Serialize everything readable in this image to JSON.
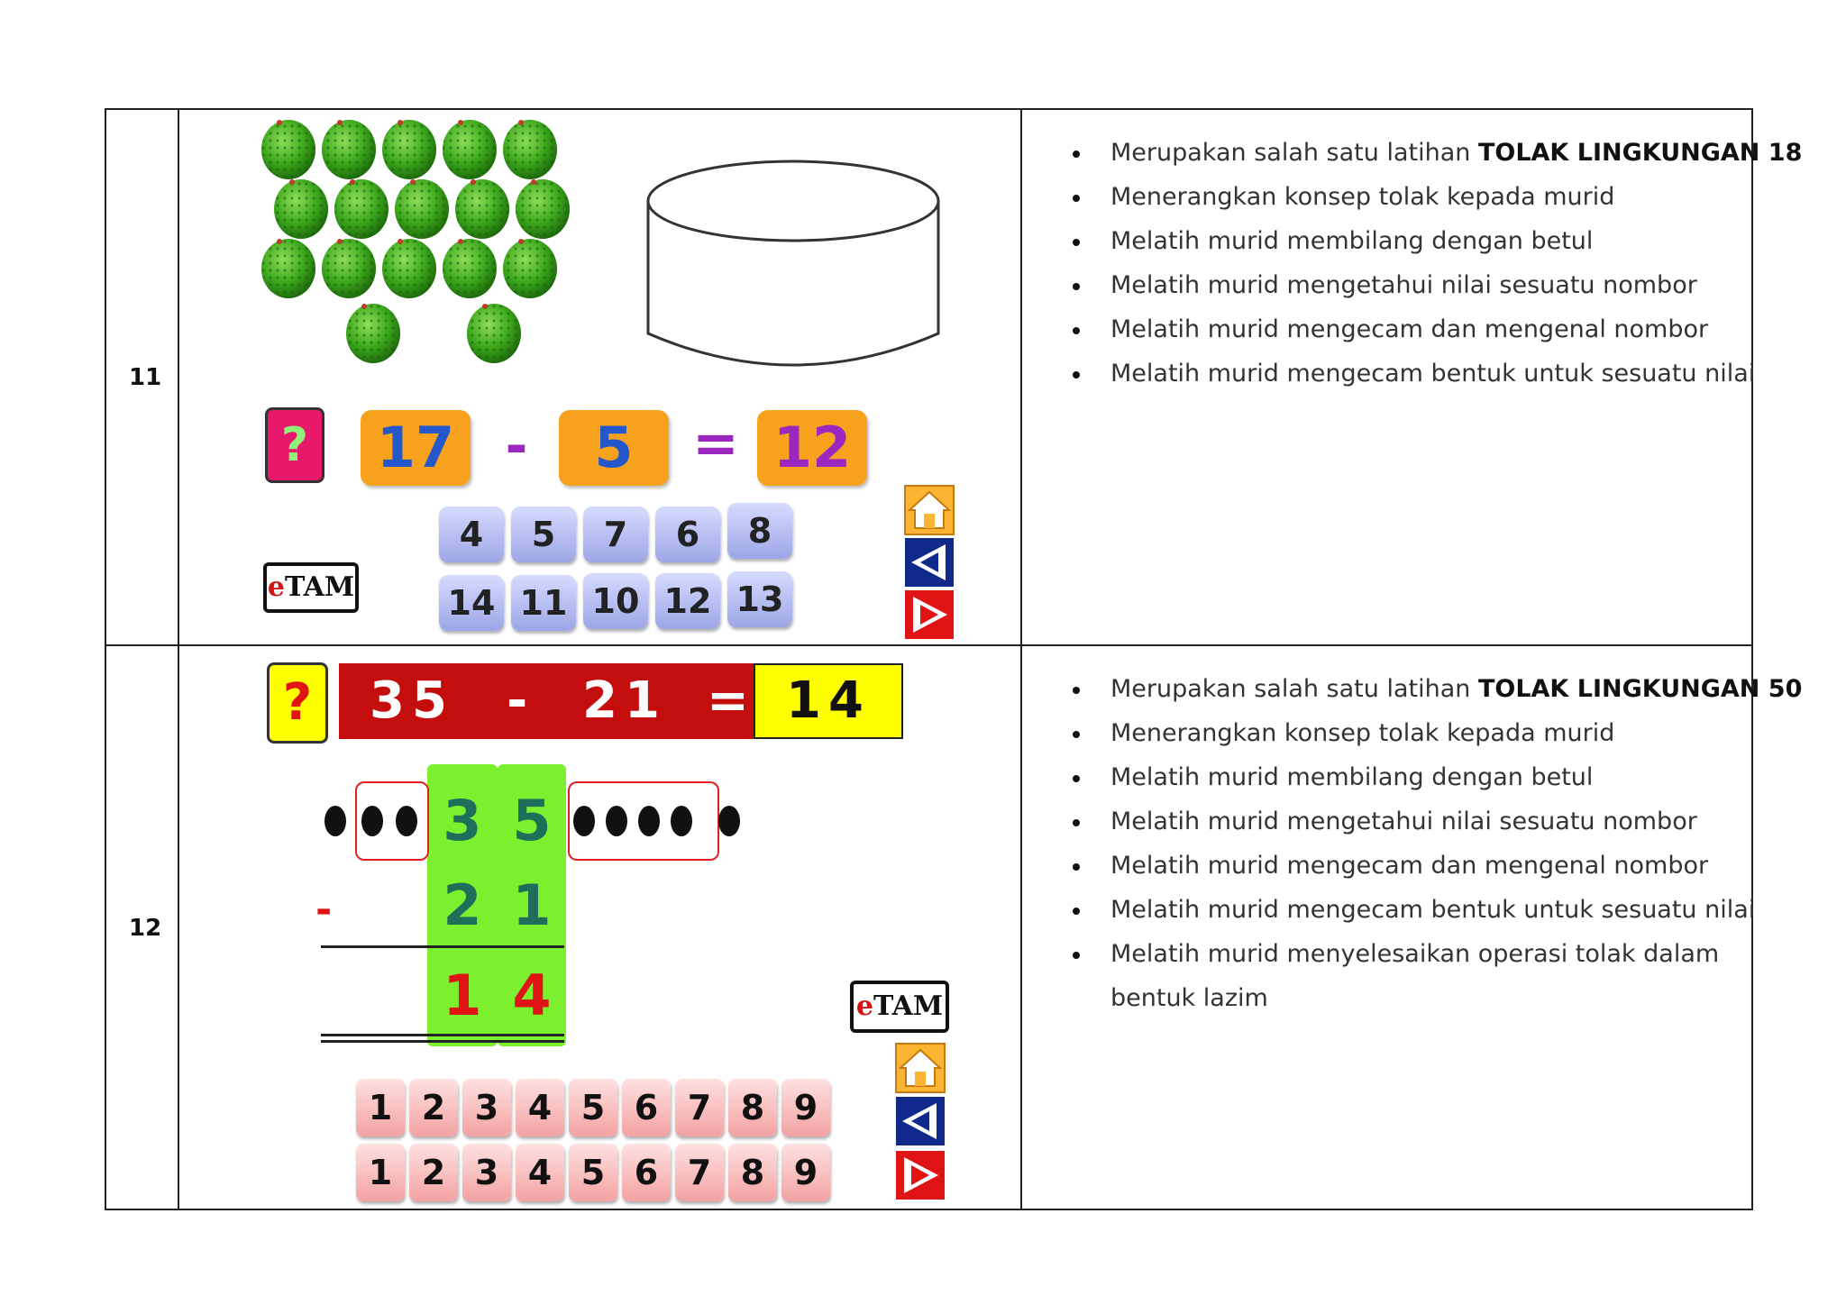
{
  "rows": [
    {
      "number": "11",
      "game": {
        "question_mark": "?",
        "minuend": "17",
        "operator": "-",
        "subtrahend": "5",
        "equals": "=",
        "answer": "12",
        "options_top": [
          "4",
          "5",
          "7",
          "6",
          "8"
        ],
        "options_bottom": [
          "14",
          "11",
          "10",
          "12",
          "13"
        ],
        "logo_prefix": "e",
        "logo_rest": "TAM",
        "fruit_count": 17
      },
      "bullets": [
        {
          "text": "Merupakan salah satu latihan ",
          "bold": "TOLAK LINGKUNGAN 18"
        },
        {
          "text": "Menerangkan konsep tolak kepada murid"
        },
        {
          "text": "Melatih murid membilang dengan betul"
        },
        {
          "text": "Melatih murid mengetahui nilai sesuatu nombor"
        },
        {
          "text": "Melatih murid mengecam dan mengenal nombor"
        },
        {
          "text": "Melatih murid mengecam bentuk untuk sesuatu nilai"
        }
      ]
    },
    {
      "number": "12",
      "game": {
        "question_mark": "?",
        "equation_minuend": "35",
        "equation_operator": "-",
        "equation_subtrahend": "21",
        "equation_equals": "=",
        "equation_answer": "14",
        "top_digits": [
          "3",
          "5"
        ],
        "sub_digits": [
          "2",
          "1"
        ],
        "sub_sign": "-",
        "result_digits": [
          "1",
          "4"
        ],
        "keypad_top": [
          "1",
          "2",
          "3",
          "4",
          "5",
          "6",
          "7",
          "8",
          "9"
        ],
        "keypad_bottom": [
          "1",
          "2",
          "3",
          "4",
          "5",
          "6",
          "7",
          "8",
          "9"
        ],
        "logo_prefix": "e",
        "logo_rest": "TAM"
      },
      "bullets": [
        {
          "text": "Merupakan salah satu latihan ",
          "bold": "TOLAK LINGKUNGAN 50"
        },
        {
          "text": "Menerangkan konsep tolak kepada murid"
        },
        {
          "text": "Melatih murid membilang dengan betul"
        },
        {
          "text": "Melatih murid mengetahui nilai sesuatu nombor"
        },
        {
          "text": "Melatih murid mengecam dan mengenal nombor"
        },
        {
          "text": "Melatih murid mengecam bentuk untuk sesuatu nilai"
        },
        {
          "text": "Melatih murid menyelesaikan operasi tolak dalam",
          "continuation": "bentuk lazim"
        }
      ]
    }
  ],
  "colors": {
    "orange": "#f7a11d",
    "magenta": "#e8186a",
    "blue_digit": "#2457c9",
    "purple_digit": "#9b27c0",
    "dark_red_bar": "#c40d0d",
    "yellow": "#ffff00",
    "green_column": "#7cf02f",
    "red_digit": "#e01414"
  },
  "icons": [
    "durian-icon",
    "basket-icon",
    "home-icon",
    "back-arrow-icon",
    "forward-arrow-icon"
  ]
}
